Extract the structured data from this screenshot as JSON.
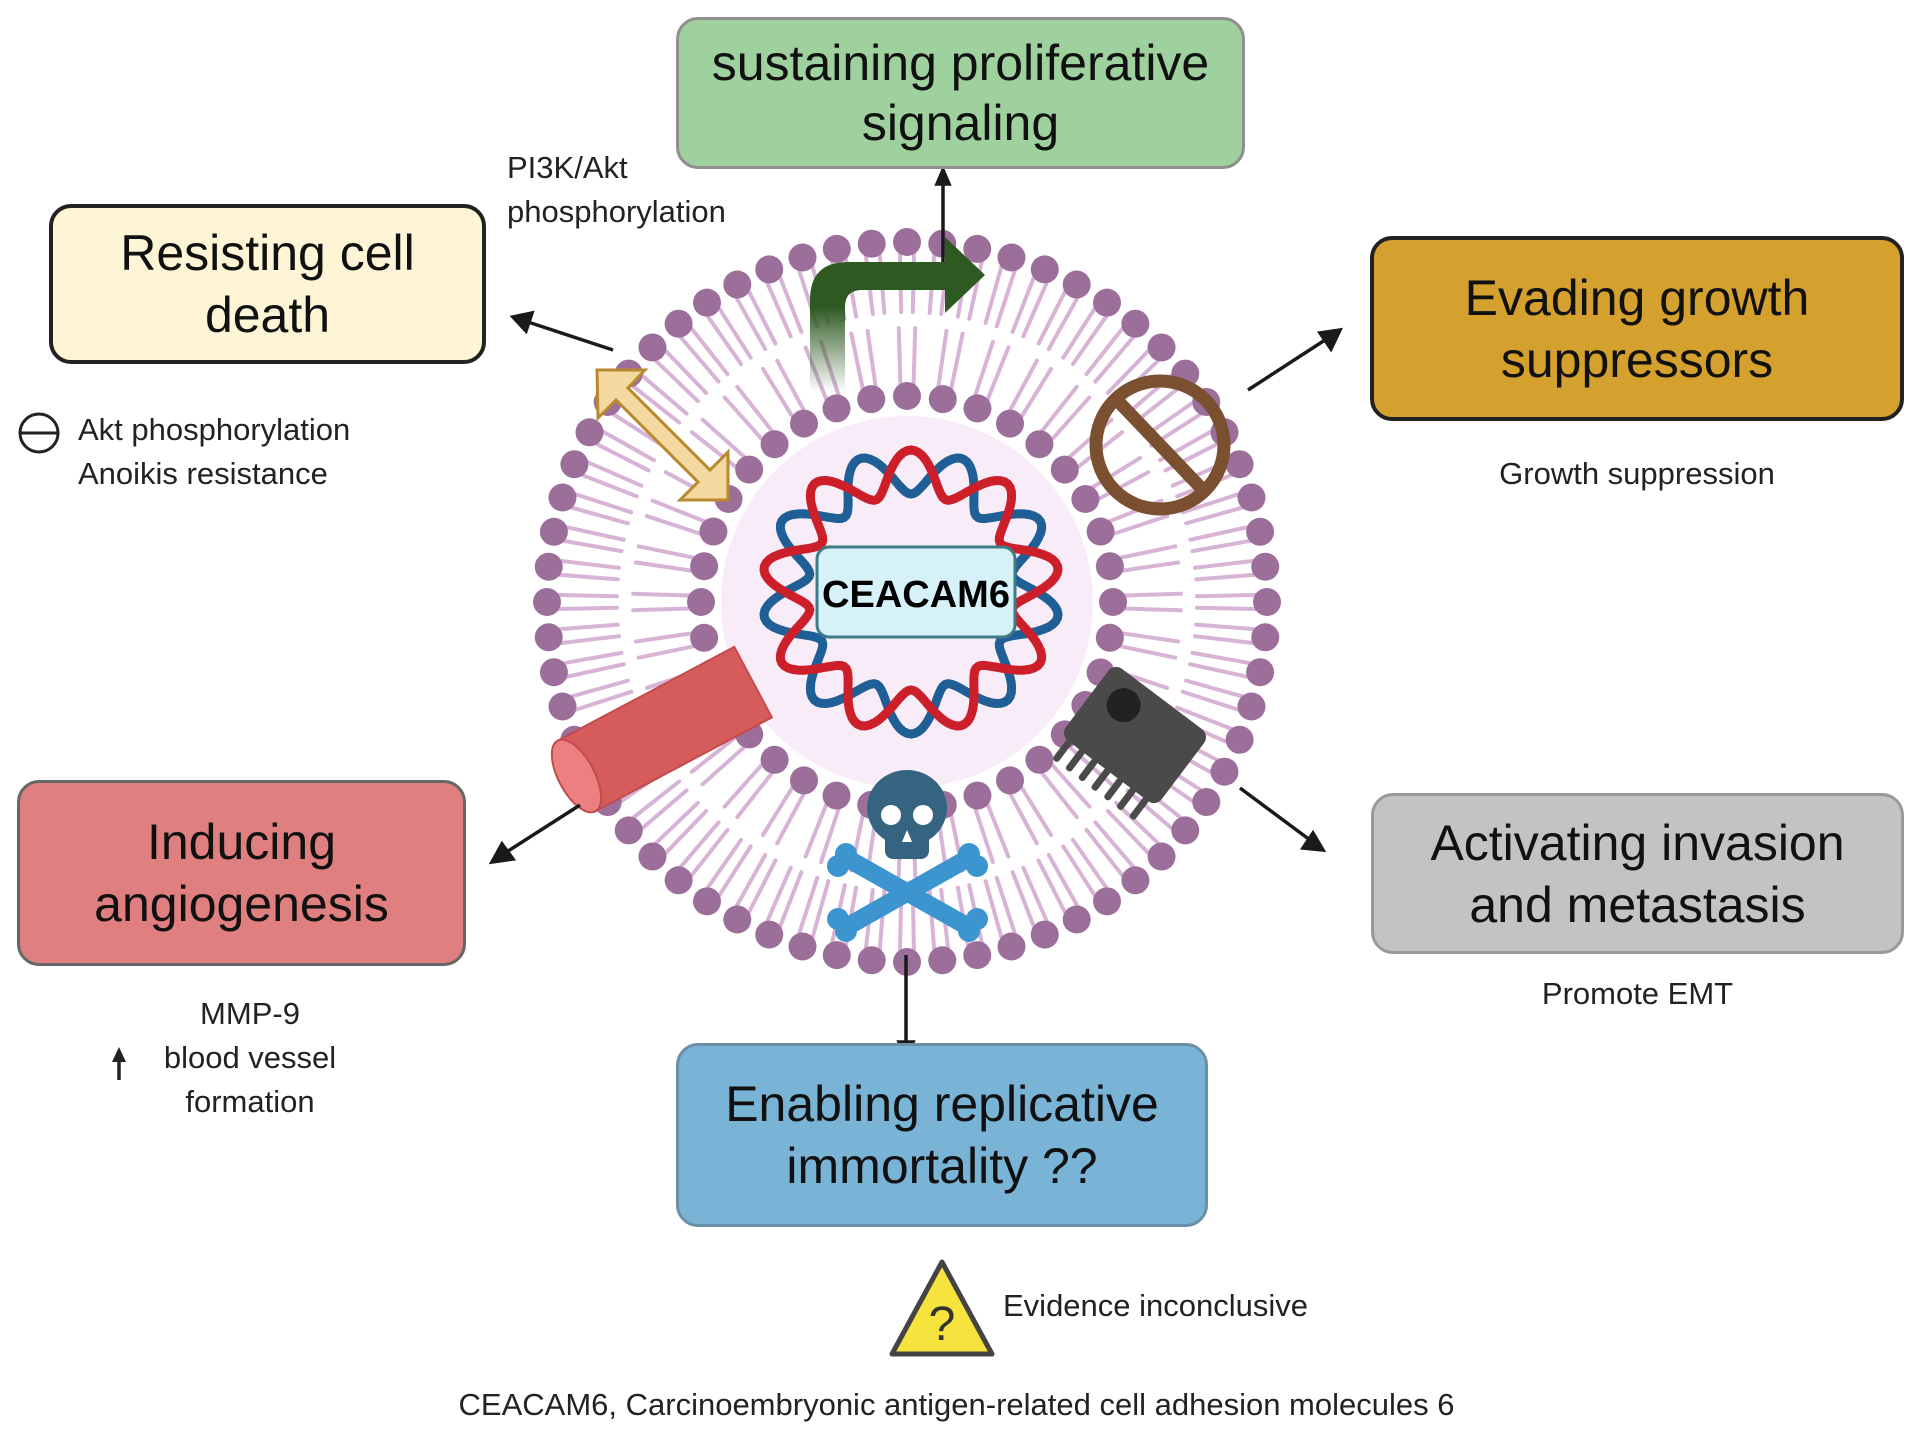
{
  "center": {
    "gene_label": "CEACAM6"
  },
  "hallmarks": {
    "proliferative": {
      "line1": "sustaining proliferative",
      "line2": "signaling",
      "color": "#9fd19f",
      "note": [
        "PI3K/Akt",
        "phosphorylation"
      ]
    },
    "cell_death": {
      "line1": "Resisting cell",
      "line2": "death",
      "color": "#fdf5d6",
      "note": [
        "Akt phosphorylation",
        "Anoikis resistance"
      ]
    },
    "growth_suppressors": {
      "line1": "Evading growth",
      "line2": "suppressors",
      "color": "#d4a02e",
      "note": [
        "Growth suppression"
      ]
    },
    "angiogenesis": {
      "line1": "Inducing",
      "line2": "angiogenesis",
      "color": "#df7f7f",
      "note": [
        "MMP-9",
        "blood vessel",
        "formation"
      ]
    },
    "invasion": {
      "line1": "Activating invasion",
      "line2": "and metastasis",
      "color": "#c3c3c3",
      "note": [
        "Promote EMT"
      ]
    },
    "immortality": {
      "line1": "Enabling replicative",
      "line2": "immortality ??",
      "color": "#79b3d6"
    }
  },
  "legend": {
    "warning_symbol": "?",
    "warning_text": "Evidence inconclusive"
  },
  "footnote": "CEACAM6, Carcinoembryonic antigen-related cell adhesion molecules 6",
  "colors": {
    "lipid_head": "#9c6f9b",
    "lipid_tail": "#d7b3d6",
    "cell_interior": "#f7ecf8",
    "dna_red": "#cc1f2a",
    "dna_blue": "#1f5f96",
    "gene_box": "#d6f1f8",
    "signal_arrow": "#2e5a22",
    "no_sign": "#7a5030",
    "skull": "#356480",
    "bones": "#3d95d0",
    "vessel": "#d65b5b",
    "comb": "#4a4a4a",
    "warning_fill": "#f6e33d"
  }
}
